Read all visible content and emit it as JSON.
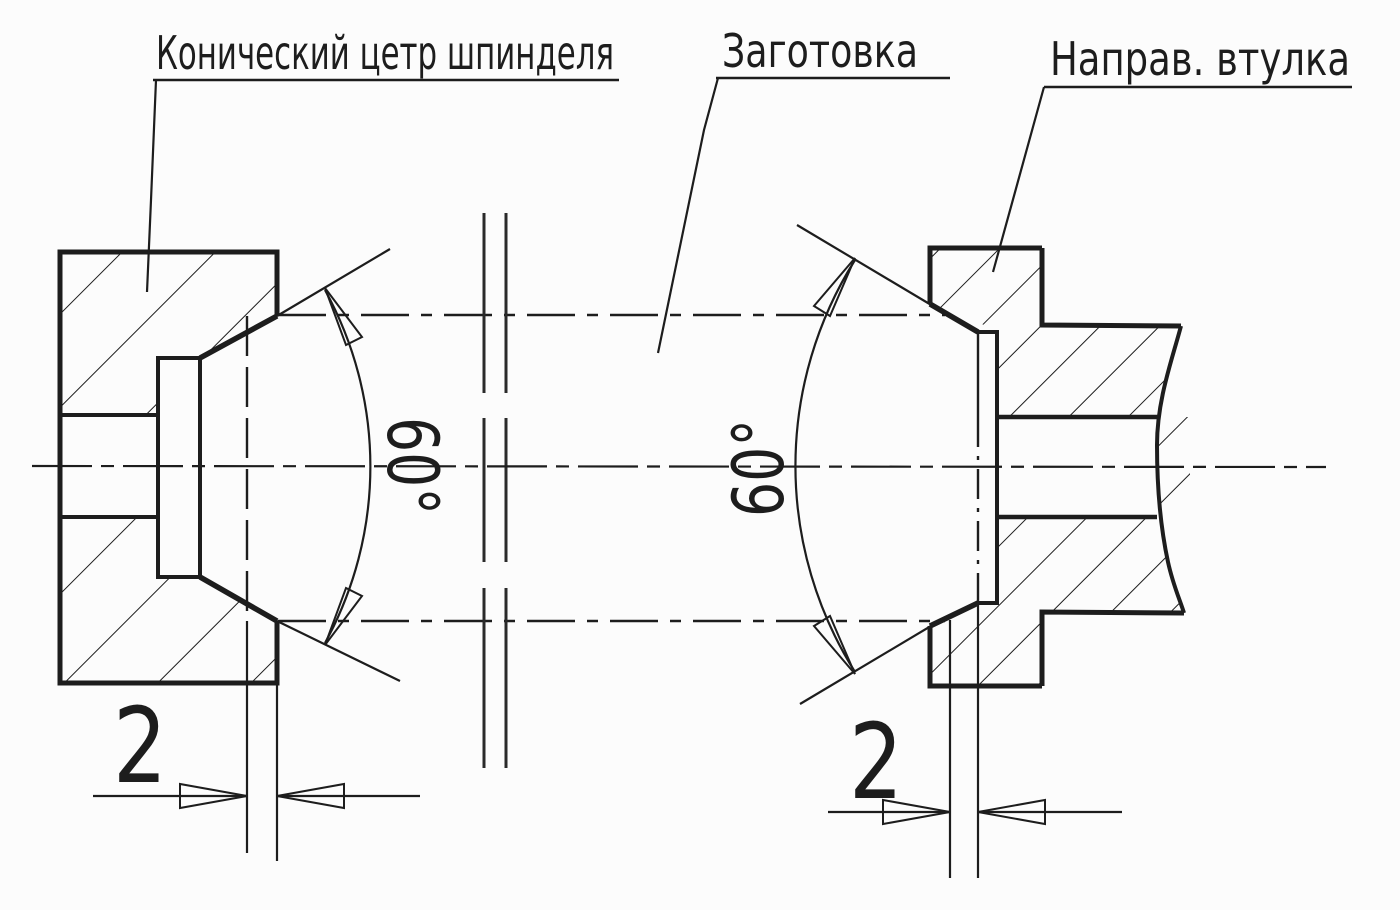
{
  "drawing": {
    "kind": "technical-drawing",
    "labels": {
      "spindle_center": "Конический цетр шпинделя",
      "workpiece": "Заготовка",
      "guide_bushing": "Направ. втулка"
    },
    "dimensions": {
      "left_gap": "2",
      "right_gap": "2",
      "left_cone_angle": "60°",
      "right_cone_angle": "60°"
    },
    "colors": {
      "ink": "#1d1d1d",
      "background": "#fcfcfc"
    }
  }
}
